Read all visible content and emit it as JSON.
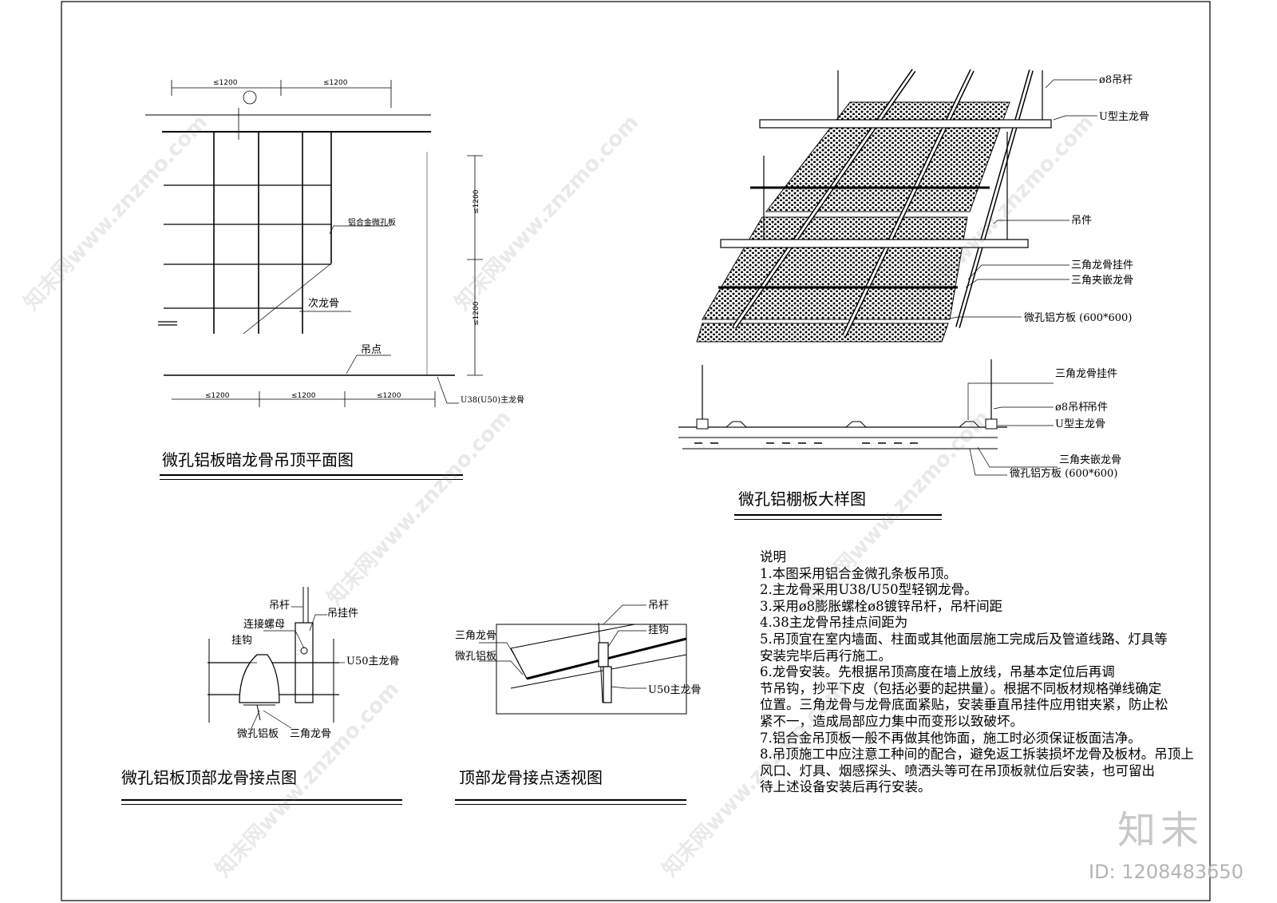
{
  "plan": {
    "title": "微孔铝板暗龙骨吊顶平面图",
    "dim_top_1": "≤1200",
    "dim_top_2": "≤1200",
    "dim_right_1": "≤1200",
    "dim_right_2": "≤1200",
    "dim_bottom_1": "≤1200",
    "dim_bottom_2": "≤1200",
    "dim_bottom_3": "≤1200",
    "label_panel": "铝合金微孔板",
    "label_secondary": "次龙骨",
    "label_hanging_point": "吊点",
    "label_main_keel": "U38(U50)主龙骨"
  },
  "detail": {
    "title": "微孔铝棚板大样图",
    "label_rod": "ø8吊杆",
    "label_u_keel": "U型主龙骨",
    "label_hanger": "吊件",
    "label_tri_hanger": "三角龙骨挂件",
    "label_tri_clip": "三角夹嵌龙骨",
    "label_panel": "微孔铝方板 (600*600)",
    "label_tri_hanger_2": "三角龙骨挂件",
    "label_rod_2": "ø8吊杆",
    "label_hanger_2": "吊件",
    "label_u_keel_2": "U型主龙骨",
    "label_tri_clip_2": "三角夹嵌龙骨",
    "label_panel_2": "微孔铝方板 (600*600)"
  },
  "joint": {
    "title": "微孔铝板顶部龙骨接点图",
    "label_rod": "吊杆",
    "label_hanger": "吊挂件",
    "label_nut": "连接螺母",
    "label_hook": "挂钩",
    "label_main_keel": "U50主龙骨",
    "label_panel": "微孔铝板",
    "label_tri_keel": "三角龙骨"
  },
  "perspective": {
    "title": "顶部龙骨接点透视图",
    "label_rod": "吊杆",
    "label_hook": "挂钩",
    "label_tri_keel": "三角龙骨",
    "label_panel": "微孔铝板",
    "label_main_keel": "U50主龙骨"
  },
  "notes": {
    "heading": "说明",
    "lines": [
      "1.本图采用铝合金微孔条板吊顶。",
      "2.主龙骨采用U38/U50型轻钢龙骨。",
      "3.采用ø8膨胀螺栓ø8镀锌吊杆，吊杆间距",
      "4.38主龙骨吊挂点间距为",
      "5.吊顶宜在室内墙面、柱面或其他面层施工完成后及管道线路、灯具等",
      "安装完毕后再行施工。",
      "6.龙骨安装。先根据吊顶高度在墙上放线，吊基本定位后再调",
      "节吊钩，抄平下皮（包括必要的起拱量）。根据不同板材规格弹线确定",
      "位置。三角龙骨与龙骨底面紧贴，安装垂直吊挂件应用钳夹紧，防止松",
      "紧不一，造成局部应力集中而变形以致破坏。",
      "7.铝合金吊顶板一般不再做其他饰面，施工时必须保证板面洁净。",
      "8.吊顶施工中应注意工种间的配合，避免返工拆装损坏龙骨及板材。吊顶上",
      "风口、灯具、烟感探头、喷洒头等可在吊顶板就位后安装，也可留出",
      "待上述设备安装后再行安装。"
    ]
  },
  "watermark": {
    "text": "知末网www.znzmo.com",
    "logo": "知末",
    "image_id": "ID: 1208483650"
  }
}
